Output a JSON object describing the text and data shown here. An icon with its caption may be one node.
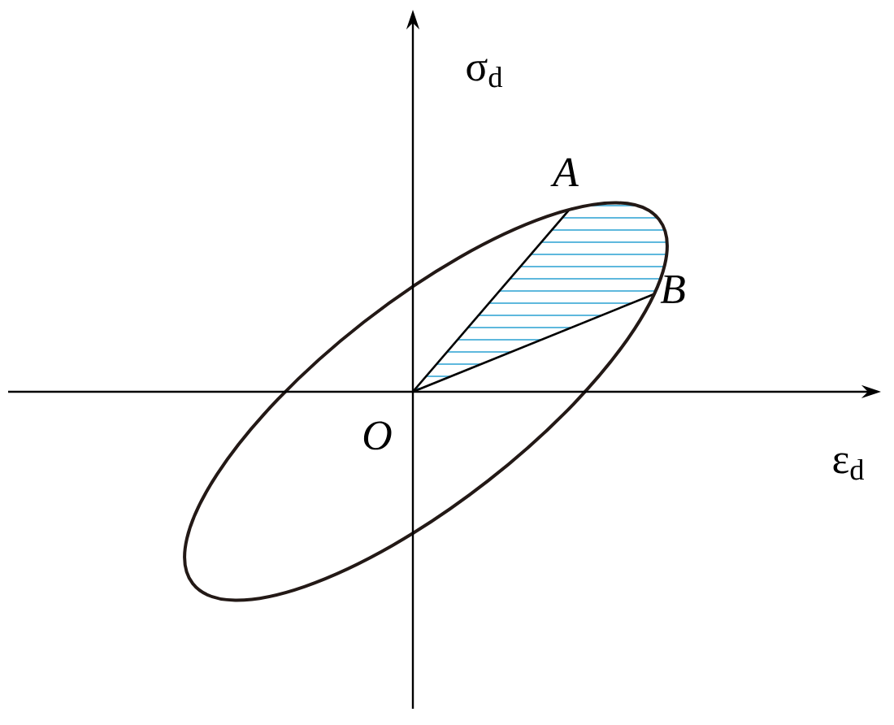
{
  "diagram": {
    "labels": [
      "σ$_{d}$",
      "ε$_{d}$",
      "O",
      "A",
      "B"
    ]
  }
}
